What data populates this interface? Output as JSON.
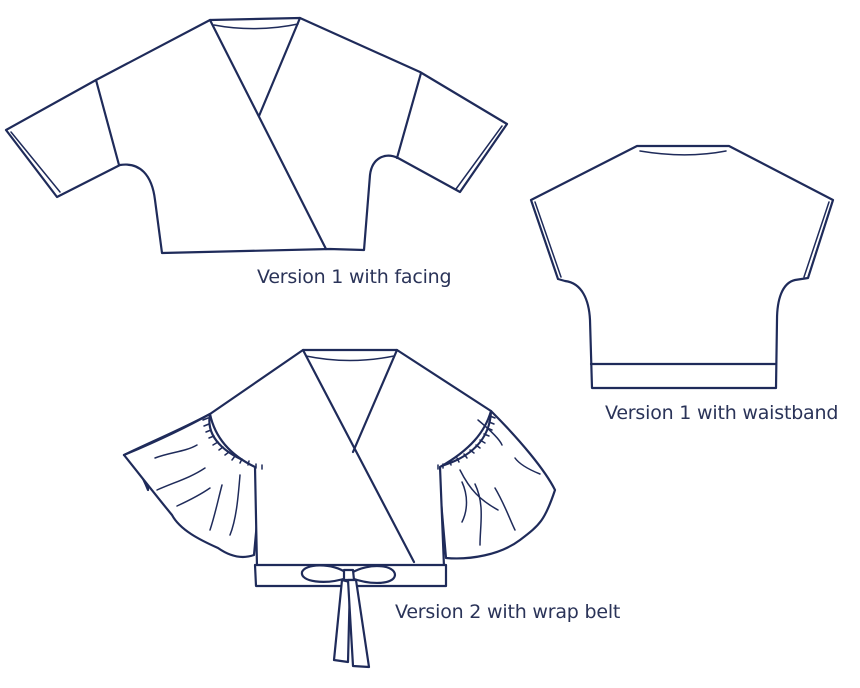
{
  "colors": {
    "line": "#1f2b5a",
    "caption": "#2a3358",
    "background": "#ffffff"
  },
  "figures": [
    {
      "id": "version-1-facing",
      "caption": "Version 1 with facing",
      "view": "front"
    },
    {
      "id": "version-1-waistband",
      "caption": "Version 1 with waistband",
      "view": "back"
    },
    {
      "id": "version-2-wrap-belt",
      "caption": "Version 2 with wrap belt",
      "view": "front"
    }
  ]
}
